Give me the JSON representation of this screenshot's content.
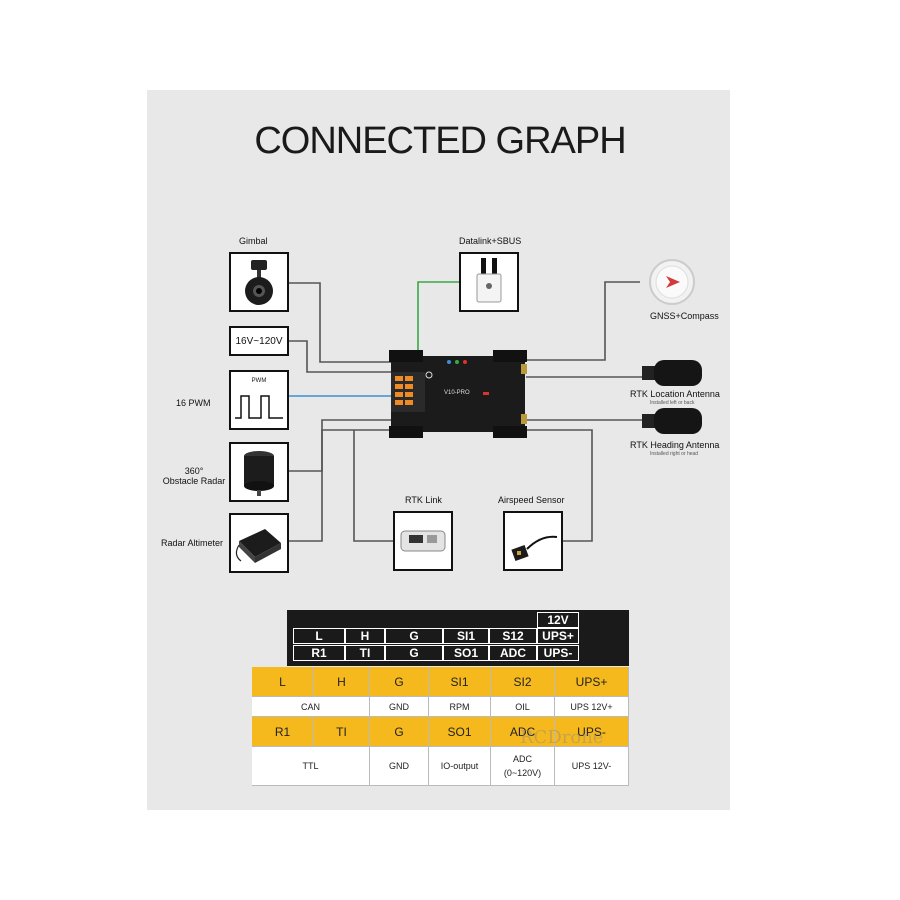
{
  "title": "CONNECTED GRAPH",
  "components": {
    "gimbal": "Gimbal",
    "voltage": "16V~120V",
    "pwm_label": "16 PWM",
    "pwm_box": "PWM",
    "obstacle_radar_line1": "360°",
    "obstacle_radar_line2": "Obstacle Radar",
    "radar_altimeter": "Radar Altimeter",
    "datalink": "Datalink+SBUS",
    "gnss": "GNSS+Compass",
    "rtk_location": "RTK Location Antenna",
    "rtk_location_note": "Installed left or back",
    "rtk_heading": "RTK Heading Antenna",
    "rtk_heading_note": "Installed right or head",
    "rtk_link": "RTK Link",
    "airspeed": "Airspeed Sensor",
    "controller_model": "V10-PRO"
  },
  "pin_header": {
    "top_right": "12V",
    "row1": [
      "L",
      "H",
      "G",
      "SI1",
      "S12",
      "UPS+"
    ],
    "row2": [
      "R1",
      "TI",
      "G",
      "SO1",
      "ADC",
      "UPS-"
    ]
  },
  "table": {
    "row1": [
      "L",
      "H",
      "G",
      "SI1",
      "SI2",
      "UPS+"
    ],
    "row2": [
      "CAN",
      "GND",
      "RPM",
      "OIL",
      "UPS 12V+"
    ],
    "row3": [
      "R1",
      "TI",
      "G",
      "SO1",
      "ADC",
      "UPS-"
    ],
    "row4": [
      "TTL",
      "GND",
      "IO-output",
      "ADC",
      "(0~120V)",
      "UPS 12V-"
    ]
  },
  "watermark": "RCDrone",
  "colors": {
    "panel": "#e8e8e8",
    "table_yellow": "#f5b91e",
    "wire": "#555555",
    "pwm_wire": "#3a8fd6",
    "datalink_wire": "#3aa845"
  }
}
